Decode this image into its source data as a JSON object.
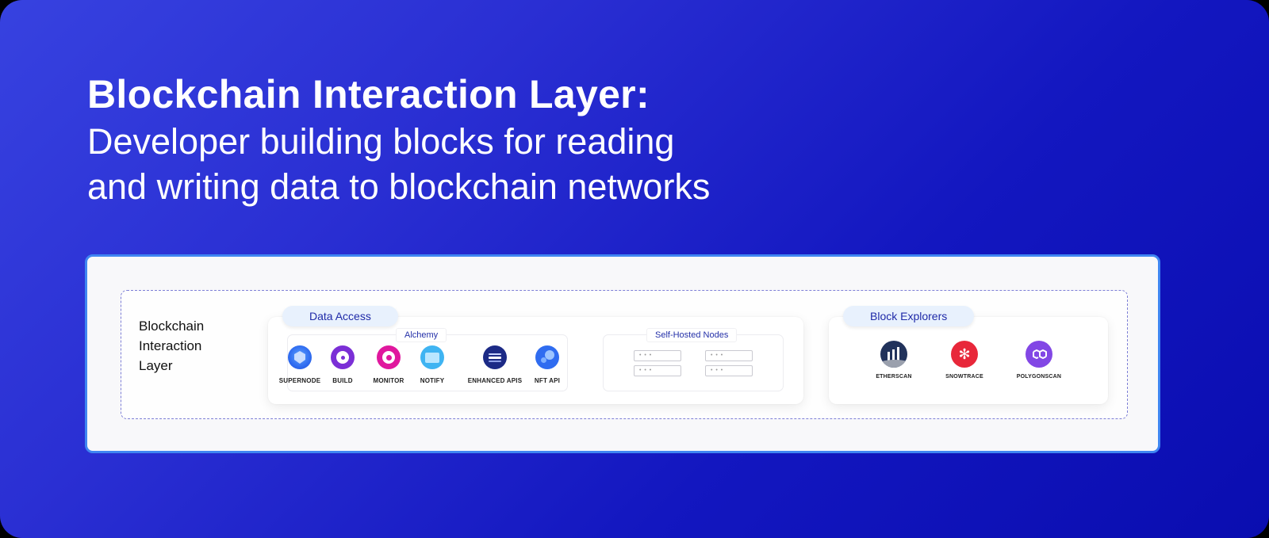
{
  "headline": {
    "title": "Blockchain Interaction Layer:",
    "subtitle_line1": "Developer building blocks for reading",
    "subtitle_line2": "and writing data to blockchain networks"
  },
  "colors": {
    "background_start": "#3742e0",
    "background_end": "#0a0db0",
    "panel_border": "#3f86f2",
    "dashed_border": "#7d7fd6",
    "tab_bg": "#e8f1fd",
    "tab_text": "#1f2aa8"
  },
  "diagram": {
    "layer_label_lines": [
      "Blockchain",
      "Interaction",
      "Layer"
    ],
    "data_access": {
      "tab_label": "Data Access",
      "alchemy": {
        "label": "Alchemy",
        "items": [
          {
            "label": "SUPERNODE",
            "icon": "supernode-icon",
            "color": "#2f6cf0"
          },
          {
            "label": "BUILD",
            "icon": "build-icon",
            "color": "#7b2fd6"
          },
          {
            "label": "MONITOR",
            "icon": "monitor-icon",
            "color": "#e0189e"
          },
          {
            "label": "NOTIFY",
            "icon": "notify-icon",
            "color": "#3fb4f2"
          },
          {
            "label": "ENHANCED APIS",
            "icon": "enhanced-apis-icon",
            "color": "#1c2a86"
          },
          {
            "label": "NFT API",
            "icon": "nft-api-icon",
            "color": "#2f6cf0"
          }
        ]
      },
      "self_hosted": {
        "label": "Self-Hosted Nodes",
        "node_placeholder": "• • •"
      }
    },
    "block_explorers": {
      "tab_label": "Block Explorers",
      "items": [
        {
          "label": "ETHERSCAN",
          "icon": "etherscan-icon",
          "color": "#21325b"
        },
        {
          "label": "SNOWTRACE",
          "icon": "snowtrace-icon",
          "color": "#e8273a"
        },
        {
          "label": "POLYGONSCAN",
          "icon": "polygonscan-icon",
          "color": "#8247e5"
        }
      ]
    }
  }
}
